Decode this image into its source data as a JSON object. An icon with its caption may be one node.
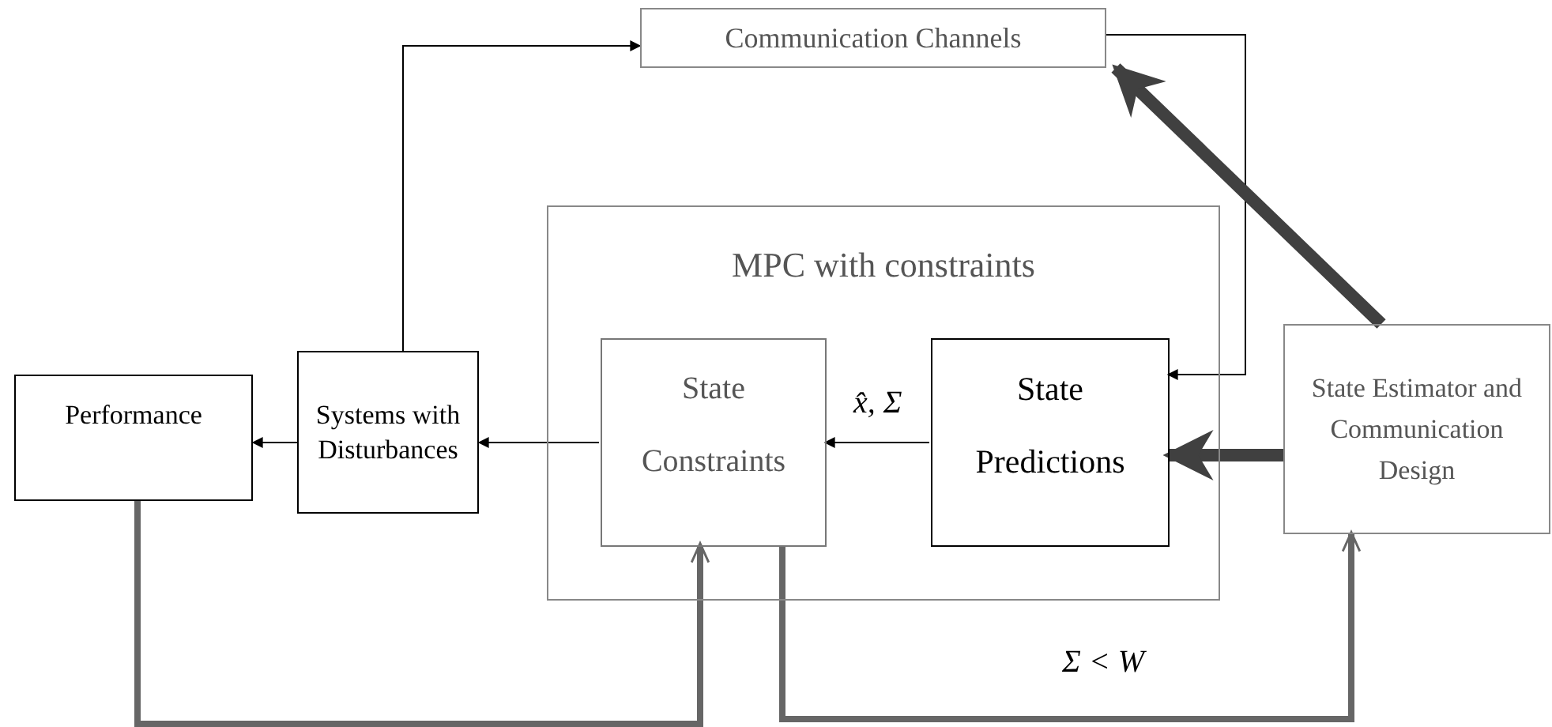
{
  "diagram": {
    "nodes": [
      {
        "text": [
          "Communication Channels"
        ]
      },
      {
        "text": [
          "MPC with constraints"
        ]
      },
      {
        "text": [
          "State Constraints"
        ],
        "in": 1
      },
      {
        "text": [
          "State Predictions"
        ],
        "in": 1
      },
      {
        "text": [
          "Performance"
        ]
      },
      {
        "text": [
          "Systems with Disturbances"
        ]
      },
      {
        "text": [
          "State Estimator and Communication Design"
        ]
      }
    ],
    "edges": [
      {
        "from": 3,
        "to": 2,
        "arrow": "to",
        "label": "x̂, Σ"
      },
      {
        "from": 2,
        "to": 5,
        "arrow": "to"
      },
      {
        "from": 5,
        "to": 4,
        "arrow": "to"
      },
      {
        "from": 5,
        "to": 0,
        "arrow": "to"
      },
      {
        "from": 0,
        "to": 3,
        "arrow": "to"
      },
      {
        "from": 6,
        "to": 0,
        "arrow": "to",
        "style": "thick",
        "color": "#404040"
      },
      {
        "from": 6,
        "to": 3,
        "arrow": "to",
        "style": "thick",
        "color": "#404040"
      },
      {
        "from": 4,
        "to": 2,
        "arrow": "to",
        "style": "thick",
        "color": "#666666"
      },
      {
        "from": 2,
        "to": 6,
        "arrow": "to",
        "style": "thick",
        "color": "#666666",
        "label": "Σ < W"
      }
    ]
  }
}
